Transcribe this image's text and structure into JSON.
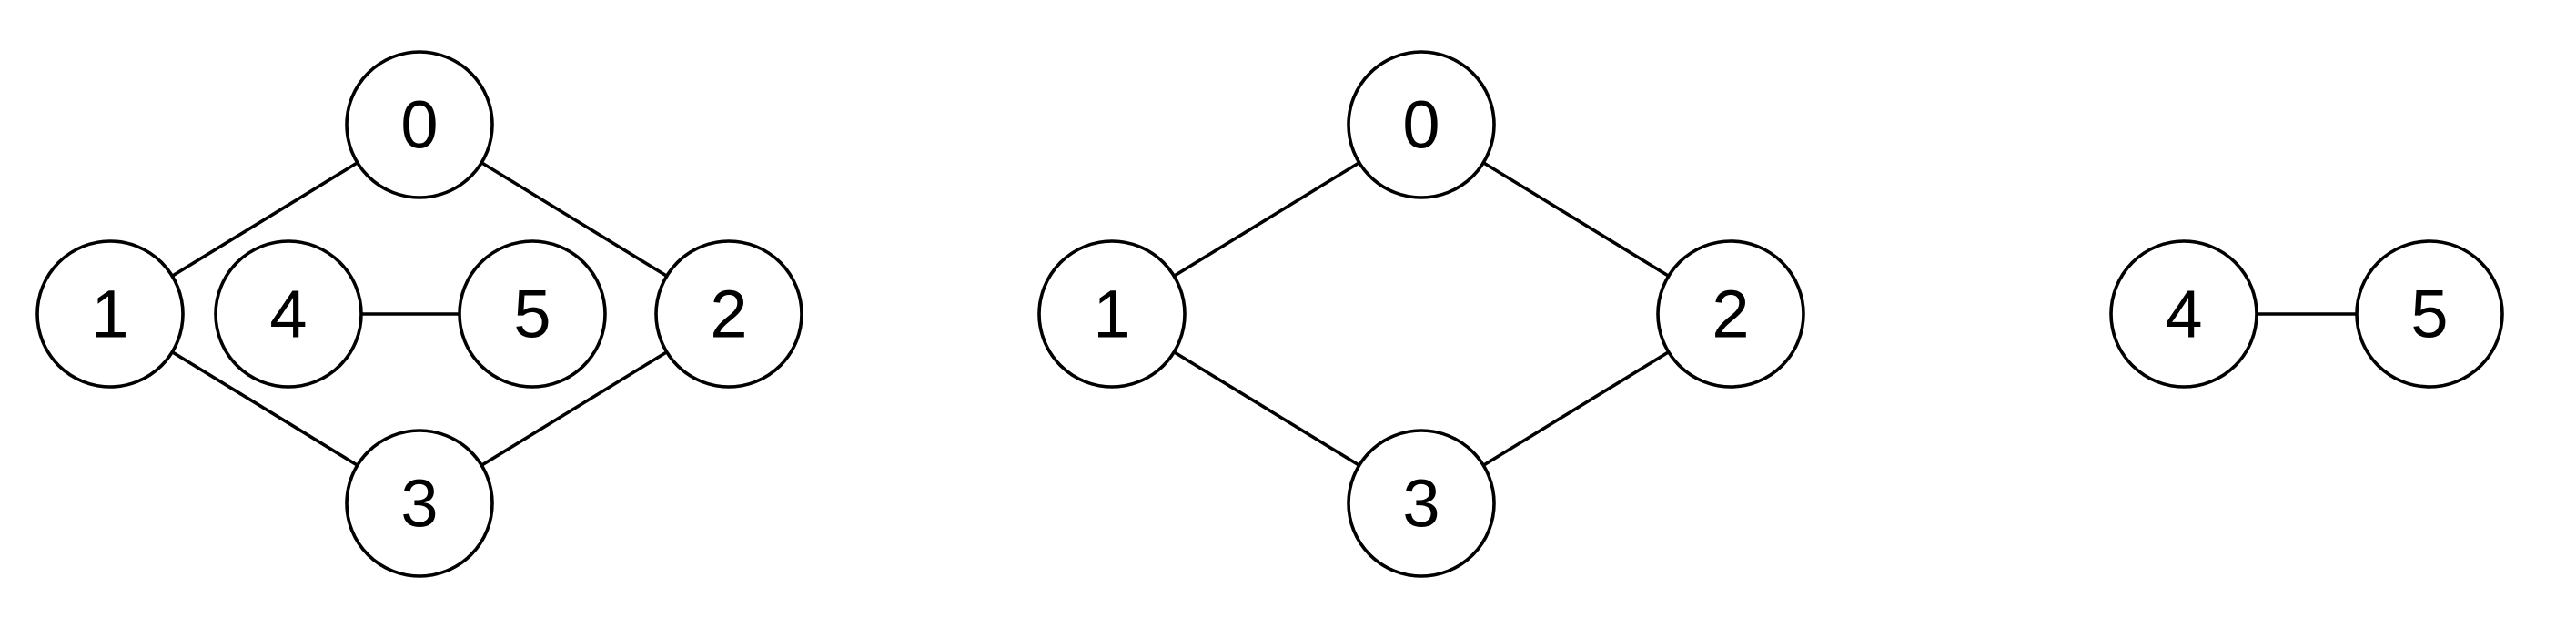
{
  "diagram": {
    "colors": {
      "stroke": "#000000",
      "fill": "#ffffff",
      "text": "#000000"
    },
    "graphs": [
      {
        "id": "full-graph",
        "nodes": [
          {
            "id": "n0",
            "label": "0"
          },
          {
            "id": "n1",
            "label": "1"
          },
          {
            "id": "n2",
            "label": "2"
          },
          {
            "id": "n3",
            "label": "3"
          },
          {
            "id": "n4",
            "label": "4"
          },
          {
            "id": "n5",
            "label": "5"
          }
        ],
        "edges": [
          [
            "n0",
            "n1"
          ],
          [
            "n0",
            "n2"
          ],
          [
            "n1",
            "n3"
          ],
          [
            "n2",
            "n3"
          ],
          [
            "n4",
            "n5"
          ]
        ]
      },
      {
        "id": "component-a",
        "nodes": [
          {
            "id": "n0",
            "label": "0"
          },
          {
            "id": "n1",
            "label": "1"
          },
          {
            "id": "n2",
            "label": "2"
          },
          {
            "id": "n3",
            "label": "3"
          }
        ],
        "edges": [
          [
            "n0",
            "n1"
          ],
          [
            "n0",
            "n2"
          ],
          [
            "n1",
            "n3"
          ],
          [
            "n2",
            "n3"
          ]
        ]
      },
      {
        "id": "component-b",
        "nodes": [
          {
            "id": "n4",
            "label": "4"
          },
          {
            "id": "n5",
            "label": "5"
          }
        ],
        "edges": [
          [
            "n4",
            "n5"
          ]
        ]
      }
    ]
  }
}
